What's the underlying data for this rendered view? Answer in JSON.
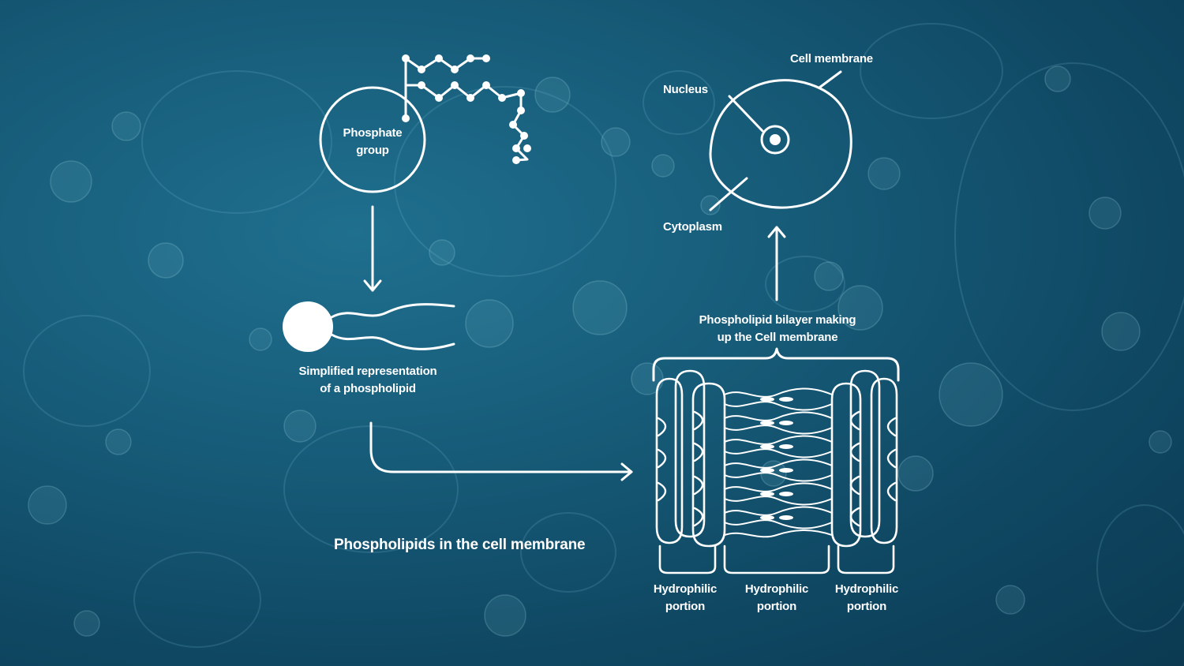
{
  "labels": {
    "phosphate_group": [
      "Phosphate",
      "group"
    ],
    "simplified": [
      "Simplified representation",
      "of a phospholipid"
    ],
    "title": "Phospholipids in the cell membrane",
    "nucleus": "Nucleus",
    "cell_membrane": "Cell membrane",
    "cytoplasm": "Cytoplasm",
    "bilayer": [
      "Phospholipid bilayer making",
      "up the Cell membrane"
    ],
    "portions": [
      [
        "Hydrophilic",
        "portion"
      ],
      [
        "Hydrophilic",
        "portion"
      ],
      [
        "Hydrophilic",
        "portion"
      ]
    ]
  },
  "colors": {
    "background": "#175d7a",
    "line": "#ffffff"
  }
}
